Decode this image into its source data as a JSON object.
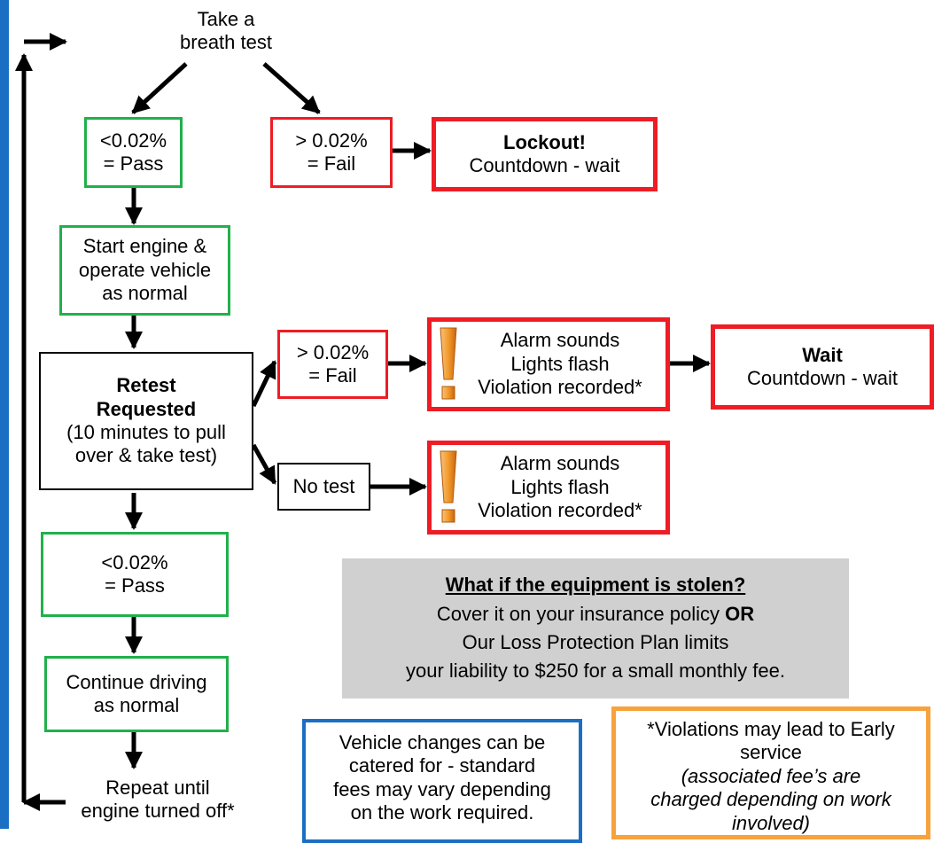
{
  "start": {
    "line1": "Take a",
    "line2": "breath test"
  },
  "pass1": {
    "line1": "<0.02%",
    "line2": "= Pass"
  },
  "fail1": {
    "line1": "> 0.02%",
    "line2": "= Fail"
  },
  "lockout": {
    "title": "Lockout!",
    "line2": "Countdown - wait"
  },
  "start_engine": {
    "line1": "Start engine &",
    "line2": "operate vehicle",
    "line3": "as normal"
  },
  "retest": {
    "title1": "Retest",
    "title2": "Requested",
    "line3": "(10 minutes to pull",
    "line4": "over & take test)"
  },
  "fail2": {
    "line1": "> 0.02%",
    "line2": "= Fail"
  },
  "alarm1": {
    "line1": "Alarm sounds",
    "line2": "Lights flash",
    "line3": "Violation recorded*"
  },
  "wait": {
    "title": "Wait",
    "line2": "Countdown - wait"
  },
  "no_test": {
    "label": "No test"
  },
  "alarm2": {
    "line1": "Alarm sounds",
    "line2": "Lights flash",
    "line3": "Violation recorded*"
  },
  "pass2": {
    "line1": "<0.02%",
    "line2": "= Pass"
  },
  "continue": {
    "line1": "Continue driving",
    "line2": "as normal"
  },
  "repeat": {
    "line1": "Repeat until",
    "line2": "engine turned off*"
  },
  "stolen": {
    "title": "What if the equipment is stolen?",
    "line1_pre": "Cover it on your insurance policy ",
    "line1_bold": "OR",
    "line2": "Our Loss Protection Plan limits",
    "line3": "your liability to $250 for a small monthly fee."
  },
  "vehicle_changes": {
    "line1": "Vehicle changes can be",
    "line2": "catered for - standard",
    "line3": "fees may vary depending",
    "line4": "on the work required."
  },
  "violations": {
    "line1": "*Violations may lead to Early",
    "line2": "service",
    "line3": "(associated fee’s are",
    "line4": "charged depending on work",
    "line5": "involved)"
  },
  "colors": {
    "pass": "#21b04b",
    "fail": "#ee1c24",
    "sidebar": "#1a6fc4",
    "info_bg": "#d0d0d0",
    "note_blue": "#1a6fc4",
    "note_orange": "#f7a23c"
  },
  "icons": {
    "warning": "exclamation-warning-icon"
  }
}
